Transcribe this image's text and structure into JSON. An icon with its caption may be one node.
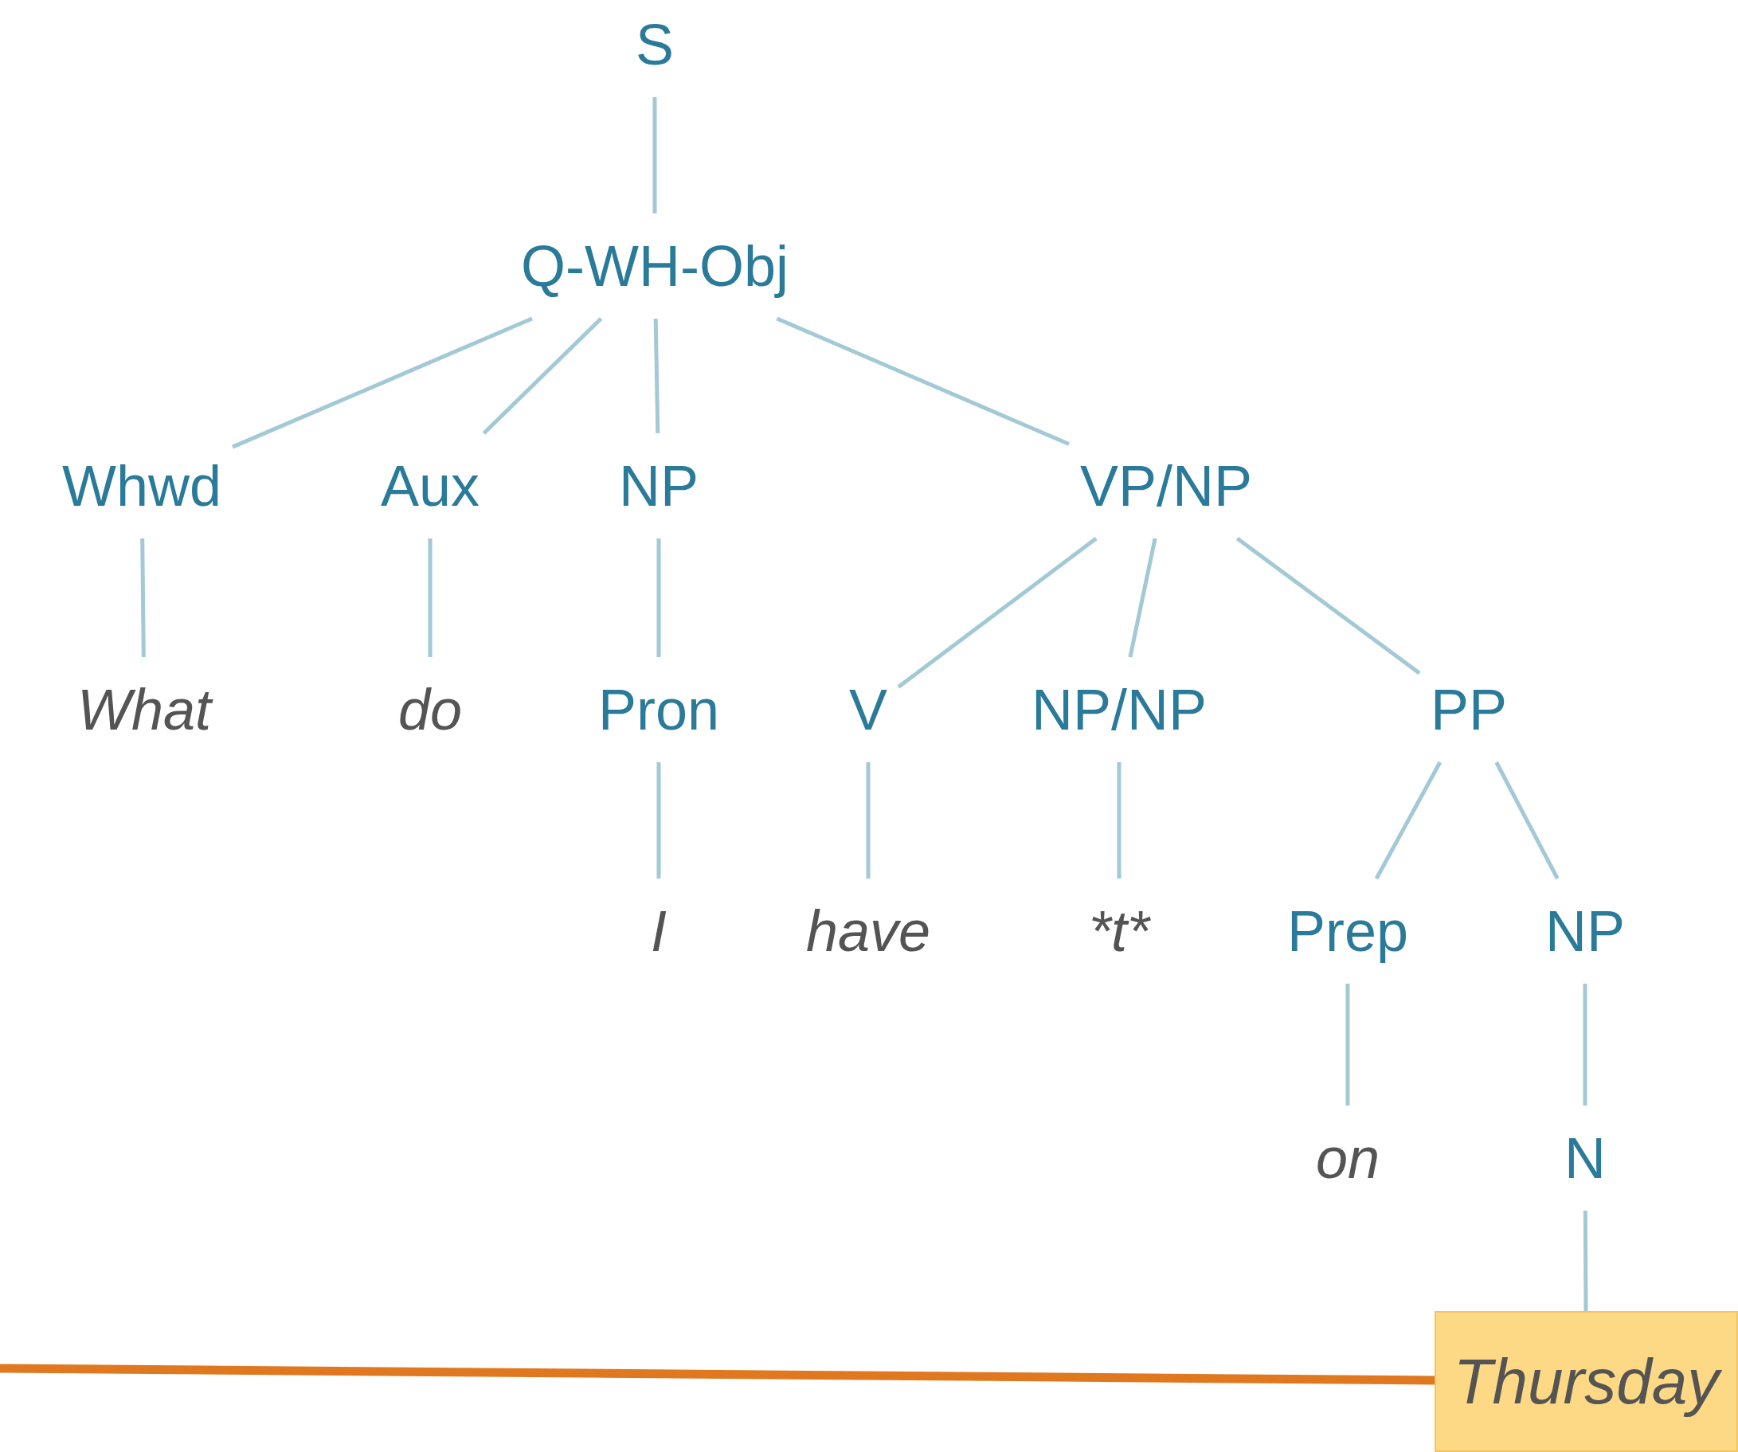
{
  "diagram": {
    "nodes": [
      {
        "text": [
          "S"
        ]
      },
      {
        "text": [
          "Q-WH-Obj"
        ]
      },
      {
        "text": [
          "Whwd"
        ]
      },
      {
        "text": [
          "Aux"
        ]
      },
      {
        "text": [
          "NP"
        ]
      },
      {
        "text": [
          "VP/NP"
        ]
      },
      {
        "text": [
          "What"
        ]
      },
      {
        "text": [
          "do"
        ]
      },
      {
        "text": [
          "Pron"
        ]
      },
      {
        "text": [
          "V"
        ]
      },
      {
        "text": [
          "NP/NP"
        ]
      },
      {
        "text": [
          "PP"
        ]
      },
      {
        "text": [
          "I"
        ]
      },
      {
        "text": [
          "have"
        ]
      },
      {
        "text": [
          "*t*"
        ]
      },
      {
        "text": [
          "Prep"
        ]
      },
      {
        "text": [
          "NP"
        ]
      },
      {
        "text": [
          "on"
        ]
      },
      {
        "text": [
          "N"
        ]
      },
      {
        "text": [
          "Thursday"
        ]
      }
    ],
    "edges": [
      {
        "from": 0,
        "to": 1,
        "arrow": "none"
      },
      {
        "from": 1,
        "to": 2,
        "arrow": "none"
      },
      {
        "from": 1,
        "to": 3,
        "arrow": "none"
      },
      {
        "from": 1,
        "to": 4,
        "arrow": "none"
      },
      {
        "from": 1,
        "to": 5,
        "arrow": "none"
      },
      {
        "from": 2,
        "to": 6,
        "arrow": "none"
      },
      {
        "from": 3,
        "to": 7,
        "arrow": "none"
      },
      {
        "from": 4,
        "to": 8,
        "arrow": "none"
      },
      {
        "from": 5,
        "to": 9,
        "arrow": "none"
      },
      {
        "from": 5,
        "to": 10,
        "arrow": "none"
      },
      {
        "from": 5,
        "to": 11,
        "arrow": "none"
      },
      {
        "from": 8,
        "to": 12,
        "arrow": "none"
      },
      {
        "from": 9,
        "to": 13,
        "arrow": "none"
      },
      {
        "from": 10,
        "to": 14,
        "arrow": "none"
      },
      {
        "from": 11,
        "to": 15,
        "arrow": "none"
      },
      {
        "from": 11,
        "to": 16,
        "arrow": "none"
      },
      {
        "from": 15,
        "to": 17,
        "arrow": "none"
      },
      {
        "from": 16,
        "to": 18,
        "arrow": "none"
      },
      {
        "from": 18,
        "to": 19,
        "arrow": "none"
      },
      {
        "from": null,
        "to": 19,
        "arrow": "none",
        "style": "thick",
        "color": "#e07820"
      }
    ]
  }
}
